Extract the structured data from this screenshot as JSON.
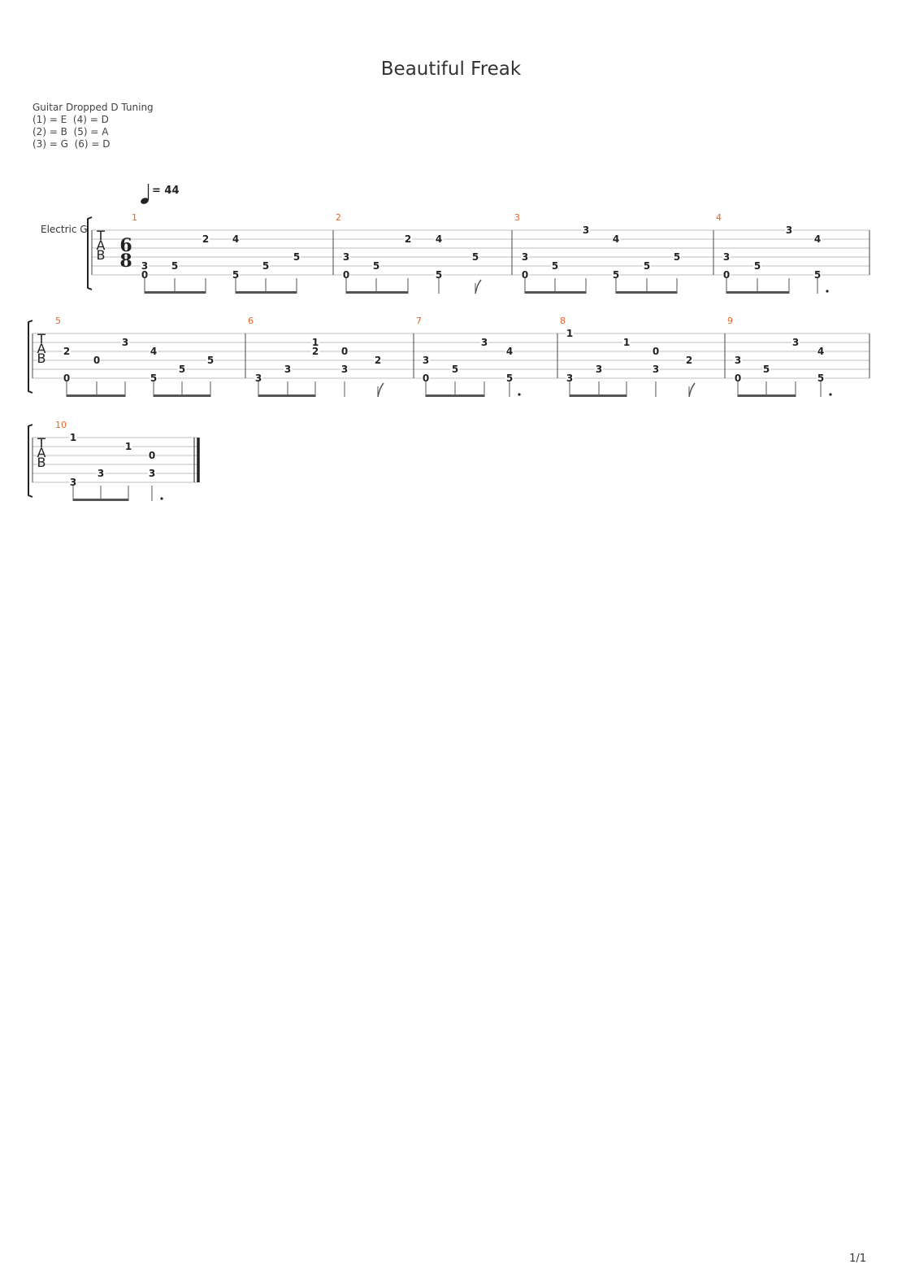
{
  "title": "Beautiful Freak",
  "tuning": {
    "name": "Guitar Dropped D Tuning",
    "lines": [
      "(1) = E  (4) = D",
      "(2) = B  (5) = A",
      "(3) = G  (6) = D"
    ]
  },
  "tempo": {
    "value": "= 44"
  },
  "track": {
    "name": "Electric G"
  },
  "tab_clef": [
    "T",
    "A",
    "B"
  ],
  "time_signature": {
    "top": "6",
    "bottom": "8"
  },
  "page_number": "1/1",
  "measures": [
    {
      "number": "1",
      "notes": [
        {
          "s": 6,
          "f": "0"
        },
        {
          "s": 5,
          "f": "3"
        },
        {
          "s": 5,
          "f": "5"
        },
        {
          "s": 2,
          "f": "2"
        },
        {
          "s": 6,
          "f": "5"
        },
        {
          "s": 2,
          "f": "4"
        },
        {
          "s": 5,
          "f": "5"
        },
        {
          "s": 4,
          "f": "5"
        }
      ]
    },
    {
      "number": "2",
      "notes": [
        {
          "s": 6,
          "f": "0"
        },
        {
          "s": 4,
          "f": "3"
        },
        {
          "s": 5,
          "f": "5"
        },
        {
          "s": 2,
          "f": "2"
        },
        {
          "s": 6,
          "f": "5"
        },
        {
          "s": 2,
          "f": "4"
        },
        {
          "s": 4,
          "f": "5"
        }
      ]
    },
    {
      "number": "3",
      "notes": [
        {
          "s": 6,
          "f": "0"
        },
        {
          "s": 4,
          "f": "3"
        },
        {
          "s": 5,
          "f": "5"
        },
        {
          "s": 1,
          "f": "3"
        },
        {
          "s": 6,
          "f": "5"
        },
        {
          "s": 2,
          "f": "4"
        },
        {
          "s": 5,
          "f": "5"
        },
        {
          "s": 4,
          "f": "5"
        }
      ]
    },
    {
      "number": "4",
      "notes": [
        {
          "s": 6,
          "f": "0"
        },
        {
          "s": 4,
          "f": "3"
        },
        {
          "s": 5,
          "f": "5"
        },
        {
          "s": 1,
          "f": "3"
        },
        {
          "s": 6,
          "f": "5"
        },
        {
          "s": 2,
          "f": "4"
        }
      ]
    },
    {
      "number": "5",
      "notes": [
        {
          "s": 6,
          "f": "0"
        },
        {
          "s": 3,
          "f": "2"
        },
        {
          "s": 4,
          "f": "0"
        },
        {
          "s": 2,
          "f": "3"
        },
        {
          "s": 6,
          "f": "5"
        },
        {
          "s": 3,
          "f": "4"
        },
        {
          "s": 5,
          "f": "5"
        },
        {
          "s": 4,
          "f": "5"
        }
      ]
    },
    {
      "number": "6",
      "notes": [
        {
          "s": 6,
          "f": "3"
        },
        {
          "s": 5,
          "f": "3"
        },
        {
          "s": 2,
          "f": "1"
        },
        {
          "s": 3,
          "f": "2"
        },
        {
          "s": 5,
          "f": "3"
        },
        {
          "s": 3,
          "f": "0"
        },
        {
          "s": 4,
          "f": "2"
        }
      ]
    },
    {
      "number": "7",
      "notes": [
        {
          "s": 6,
          "f": "0"
        },
        {
          "s": 4,
          "f": "3"
        },
        {
          "s": 5,
          "f": "5"
        },
        {
          "s": 2,
          "f": "3"
        },
        {
          "s": 6,
          "f": "5"
        },
        {
          "s": 3,
          "f": "4"
        }
      ]
    },
    {
      "number": "8",
      "notes": [
        {
          "s": 6,
          "f": "3"
        },
        {
          "s": 1,
          "f": "1"
        },
        {
          "s": 5,
          "f": "3"
        },
        {
          "s": 2,
          "f": "1"
        },
        {
          "s": 5,
          "f": "3"
        },
        {
          "s": 3,
          "f": "0"
        },
        {
          "s": 4,
          "f": "2"
        }
      ]
    },
    {
      "number": "9",
      "notes": [
        {
          "s": 6,
          "f": "0"
        },
        {
          "s": 4,
          "f": "3"
        },
        {
          "s": 5,
          "f": "5"
        },
        {
          "s": 2,
          "f": "3"
        },
        {
          "s": 6,
          "f": "5"
        },
        {
          "s": 3,
          "f": "4"
        }
      ]
    },
    {
      "number": "10",
      "notes": [
        {
          "s": 6,
          "f": "3"
        },
        {
          "s": 1,
          "f": "1"
        },
        {
          "s": 5,
          "f": "3"
        },
        {
          "s": 2,
          "f": "1"
        },
        {
          "s": 5,
          "f": "3"
        },
        {
          "s": 3,
          "f": "0"
        }
      ]
    }
  ]
}
